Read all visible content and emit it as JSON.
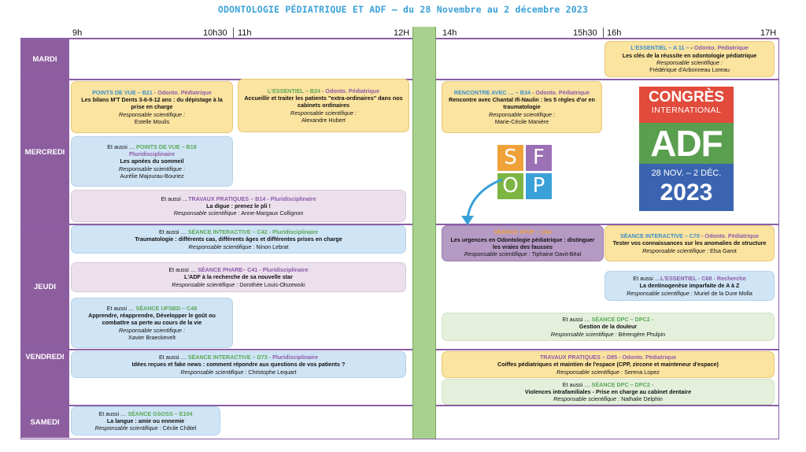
{
  "title": "ODONTOLOGIE PÉDIATRIQUE ET ADF – du 28 Novembre au 2 décembre 2023",
  "times": [
    "9h",
    "10h30",
    "11h",
    "12H",
    "14h",
    "15h30",
    "16h",
    "17H"
  ],
  "days": [
    "MARDI",
    "MERCREDI",
    "JEUDI",
    "VENDREDI",
    "SAMEDI"
  ],
  "sessions": {
    "a11": {
      "h1": "L'ESSENTIEL – A 11 –",
      "h2": "Odonto. Pédiatrique",
      "title": "Les clés de la réussite en odontologie pédiatrique",
      "resp": "Responsable scientifique :",
      "name": "Frédérique d'Arbonneau Loreau"
    },
    "b21": {
      "h1": "POINTS DE VUE – B21",
      "h2": " - Odonto. Pédiatrique",
      "title": "Les bilans M'T Dents 3-6-9-12 ans : du dépistage à la prise en charge",
      "resp": "Responsable scientifique :",
      "name": "Estelle Moulis"
    },
    "b24": {
      "h1": "L'ESSENTIEL – B24",
      "h2": " - Odonto. Pédiatrique",
      "title": "Accueillir et traiter les patients \"extra-ordinaires\" dans nos cabinets ordinaires",
      "resp": "Responsable scientifique :",
      "name": "Alexandre Hubert"
    },
    "b34": {
      "h1": "RENCONTRE AVEC … – B34",
      "h2": " - Odonto. Pédiatrique",
      "title": "Rencontre avec Chantal Ifi-Naulin : les 5 règles d'or en traumatologie",
      "resp": "Responsable scientifique :",
      "name": "Marie-Cécile Manière"
    },
    "b18": {
      "pre": "Et aussi … ",
      "h1": "POINTS DE VUE – B18",
      "h2": "Pluridisciplinaire",
      "title": "Les apnées du sommeil",
      "resp": "Responsable scientifique :",
      "name": "Aurélie Majourau-Bouriez"
    },
    "b14": {
      "pre": "Et aussi …",
      "h1": "TRAVAUX PRATIQUES – B14 - Pluridisciplinaire",
      "title": "La digue : prenez le pli !",
      "resp": "Responsable scientifique :",
      "name": "Anne-Margaux Collignon"
    },
    "c42": {
      "pre": "Et aussi … ",
      "h1": "SÉANCE INTERACTIVE – C42 - Pluridisciplinaire",
      "title": "Traumatologie : différents cas, différents âges et différentes prises en charge",
      "resp": "Responsable scientifique :",
      "name": "Ninon Lebrat"
    },
    "c64": {
      "h1": "SÉANCE SFOP – C64",
      "title": "Les urgences en Odontologie pédiatrique : distinguer les vraies des fausses",
      "resp": "Responsable scientifique :",
      "name": "Tiphaine Davit-Béal"
    },
    "c70": {
      "h1": "SÉANCE INTERACTIVE – C70",
      "h2": " - Odonto. Pédiatrique",
      "title": "Tester vos connaissances sur les anomalies de structure",
      "resp": "Responsable scientifique :",
      "name": "Elsa Garot"
    },
    "c41": {
      "pre": "Et aussi … ",
      "h1": "SÉANCE PHARE– C41",
      "h2": " - Pluridisciplinaire",
      "title": "L'ADF à la recherche de sa nouvelle star",
      "resp": "Responsable scientifique :",
      "name": "Dorothée Louis-Olszewski"
    },
    "c68": {
      "pre": "Et aussi …",
      "h1": "L'ESSENTIEL - C68 - Recherche",
      "title": "La dentinogenèse imparfaite de A à Z",
      "resp": "Responsable scientifique :",
      "name": "Muriel de la Dure Molla"
    },
    "c48": {
      "pre": "Et aussi … ",
      "h1": "SÉANCE UFSBD – C48",
      "title": "Apprendre, réapprendre, Développer le goût ou combattre sa perte au cours de la vie",
      "resp": "Responsable scientifique :",
      "name": "Xavier Braeckevelt"
    },
    "dpc2a": {
      "pre": "Et aussi … ",
      "h1": "SÉANCE DPC – DPC2 -",
      "title": "Gestion de la douleur",
      "resp": "Responsable scientifique :",
      "name": "Bérengère Phulpin"
    },
    "d73": {
      "pre": "Et aussi … ",
      "h1": "SÉANCE INTERACTIVE – D73 - ",
      "h2": "Pluridisciplinaire",
      "title": "Idées reçues et fake news : comment répondre aux questions de vos patients ?",
      "resp": "Responsable scientifique :",
      "name": "Christophe Lequart"
    },
    "d85": {
      "h1": "TRAVAUX PRATIQUES – D85",
      "h2": " - Odonto. Pédiatrique",
      "title": "Coiffes pédiatriques et maintien de l'espace (CPP, zircone et mainteneur d'espace)",
      "resp": "Responsable scientifique :",
      "name": "Serena Lopez"
    },
    "dpc2b": {
      "pre": "Et aussi … ",
      "h1": "SÉANCE DPC – DPC2 -",
      "title": "Violences intrafamiliales - Prise en charge au cabinet dentaire",
      "resp": "Responsable scientifique :",
      "name": "Nathalie Delphin"
    },
    "e104": {
      "pre": "Et aussi … ",
      "h1": "SÉANCE GSOSS – E104",
      "title": "La langue : amie ou ennemie",
      "resp": "Responsable scientifique :",
      "name": "Cécile Châtel"
    }
  },
  "sfop_letters": [
    "S",
    "F",
    "O",
    "P"
  ],
  "adf_logo": {
    "line1": "CONGRÈS",
    "line2": "INTERNATIONAL",
    "line3": "ADF",
    "line4": "28 NOV. – 2 DÉC.",
    "line5": "2023"
  },
  "colors": {
    "day_bg": "#8d5e9f",
    "lunch": "#a9d18e",
    "title": "#3aa1d8"
  }
}
